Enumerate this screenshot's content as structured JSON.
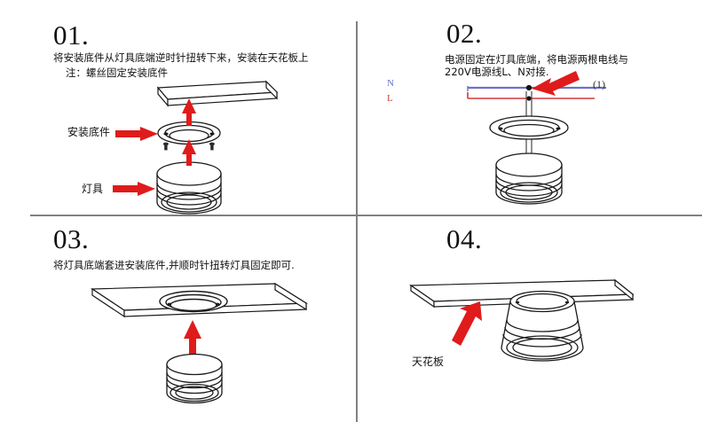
{
  "document": {
    "type": "installation-instruction-diagram",
    "subject": "ceiling-light-fixture-installation",
    "background_color": "#ffffff",
    "line_color": "#1a1a1a",
    "arrow_color": "#e01b1b",
    "divider_color": "#808080"
  },
  "panels": [
    {
      "id": "panel-01",
      "number": "01.",
      "description": "将安装底件从灯具底端逆时针扭转下来，安装在天花板上",
      "note": "注：螺丝固定安装底件",
      "callouts": [
        {
          "id": "mounting-base",
          "label": "安装底件"
        },
        {
          "id": "lamp-fixture",
          "label": "灯具"
        }
      ]
    },
    {
      "id": "panel-02",
      "number": "02.",
      "description_line1": "电源固定在灯具底端，将电源两根电线与",
      "description_line2": "220V电源线L、N对接.",
      "wiring": {
        "neutral_label": "N",
        "neutral_color": "#6a72c4",
        "live_label": "L",
        "live_color": "#d23a3a",
        "reference": "(1)"
      }
    },
    {
      "id": "panel-03",
      "number": "03.",
      "description": "将灯具底端套进安装底件,并顺时针扭转灯具固定即可."
    },
    {
      "id": "panel-04",
      "number": "04.",
      "callouts": [
        {
          "id": "ceiling",
          "label": "天花板"
        }
      ]
    }
  ]
}
